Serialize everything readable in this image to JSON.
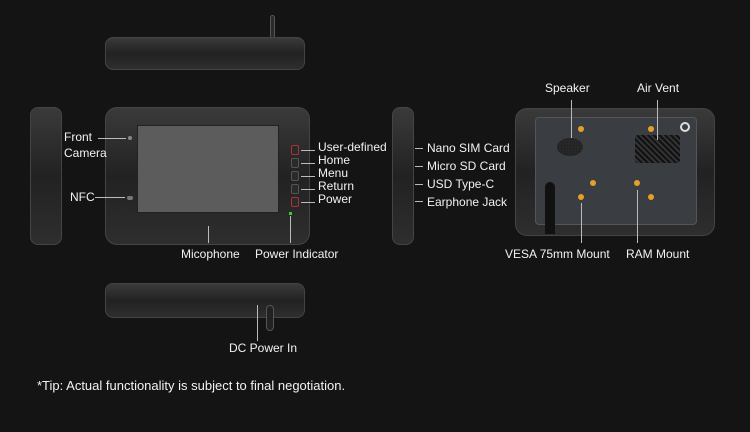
{
  "front_labels": {
    "front_camera_1": "Front",
    "front_camera_2": "Camera",
    "nfc": "NFC",
    "user_defined": "User-defined",
    "home": "Home",
    "menu": "Menu",
    "return": "Return",
    "power": "Power",
    "microphone": "Micophone",
    "power_indicator": "Power Indicator"
  },
  "side_labels": {
    "nano_sim": "Nano SIM Card",
    "micro_sd": "Micro SD Card",
    "usb_c": "USD Type-C",
    "earphone": "Earphone Jack"
  },
  "back_labels": {
    "speaker": "Speaker",
    "air_vent": "Air Vent",
    "vesa": "VESA 75mm Mount",
    "ram": "RAM Mount"
  },
  "bottom_labels": {
    "dc_power": "DC Power In"
  },
  "tip": "*Tip: Actual functionality is subject to final negotiation.",
  "colors": {
    "background": "#141414",
    "accent_dots": "#e3a02a"
  }
}
